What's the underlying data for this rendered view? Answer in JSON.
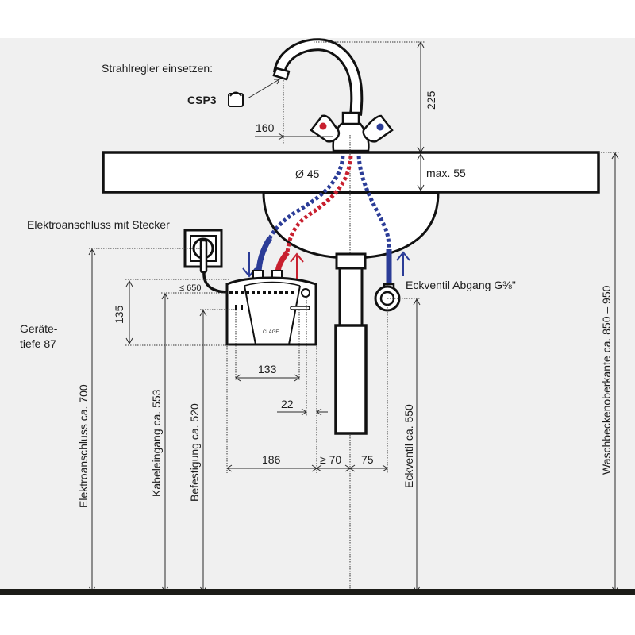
{
  "colors": {
    "background": "#f0f0f0",
    "page": "#ffffff",
    "line": "#111111",
    "hot": "#c8202f",
    "cold": "#2b3c97",
    "floor": "#1c1c18"
  },
  "labels": {
    "aerator_instruction": "Strahlregler einsetzen:",
    "aerator_part": "CSP3",
    "spout_offset": "160",
    "tap_height": "225",
    "hole_diameter": "Ø 45",
    "basin_thickness": "max. 55",
    "electrical_connection": "Elektroanschluss mit Stecker",
    "cable_length": "≤ 650",
    "device_height": "135",
    "device_depth_line1": "Geräte-",
    "device_depth_line2": "tiefe 87",
    "width_133": "133",
    "width_22": "22",
    "width_186": "186",
    "gap_70": "≥ 70",
    "gap_75": "75",
    "angle_valve_outlet": "Eckventil Abgang G⅜\"",
    "elec_height": "Elektroanschluss ca. 700",
    "cable_entry_height": "Kabeleingang ca. 553",
    "mount_height": "Befestigung ca. 520",
    "angle_valve_height": "Eckventil ca. 550",
    "basin_edge_height": "Waschbeckenoberkante ca. 850 – 950",
    "brand": "CLAGE"
  },
  "icons": {
    "flow_down": "arrow-down-icon",
    "flow_up": "arrow-up-icon"
  }
}
